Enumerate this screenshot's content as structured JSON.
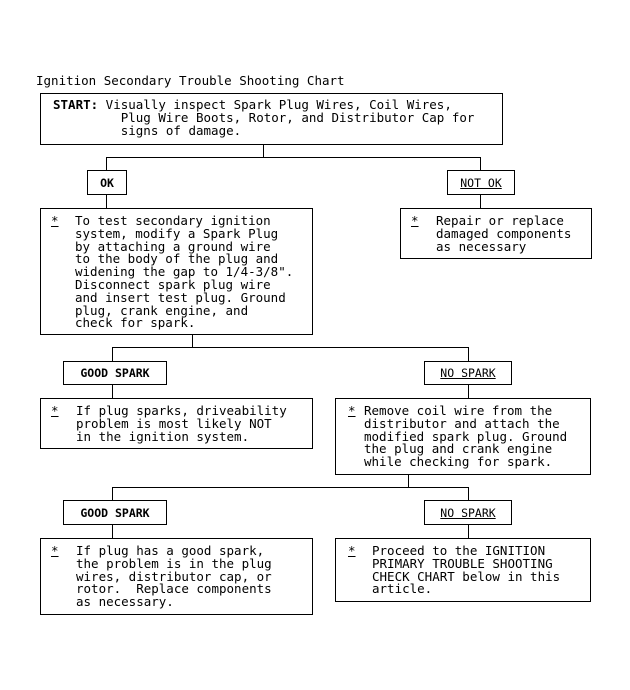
{
  "title": "Ignition Secondary Trouble Shooting Chart",
  "start": {
    "label": "START:",
    "text": " Visually inspect Spark Plug Wires, Coil Wires,\n         Plug Wire Boots, Rotor, and Distributor Cap for\n         signs of damage."
  },
  "branch1": {
    "left_label": "OK",
    "right_label": "NOT OK",
    "left_text": "To test secondary ignition\nsystem, modify a Spark Plug\nby attaching a ground wire\nto the body of the plug and\nwidening the gap to 1/4-3/8\".\nDisconnect spark plug wire\nand insert test plug. Ground\nplug, crank engine, and\ncheck for spark.",
    "right_text": "Repair or replace\ndamaged components\nas necessary"
  },
  "branch2": {
    "left_label": "GOOD SPARK",
    "right_label": "NO SPARK",
    "left_text": "If plug sparks, driveability\nproblem is most likely NOT\nin the ignition system.",
    "right_text": "Remove coil wire from the\ndistributor and attach the\nmodified spark plug. Ground\nthe plug and crank engine\nwhile checking for spark."
  },
  "branch3": {
    "left_label": "GOOD SPARK",
    "right_label": "NO SPARK",
    "left_text": "If plug has a good spark,\nthe problem is in the plug\nwires, distributor cap, or\nrotor.  Replace components\nas necessary.",
    "right_text": "Proceed to the IGNITION\nPRIMARY TROUBLE SHOOTING\nCHECK CHART below in this\narticle."
  },
  "bullet": "*"
}
